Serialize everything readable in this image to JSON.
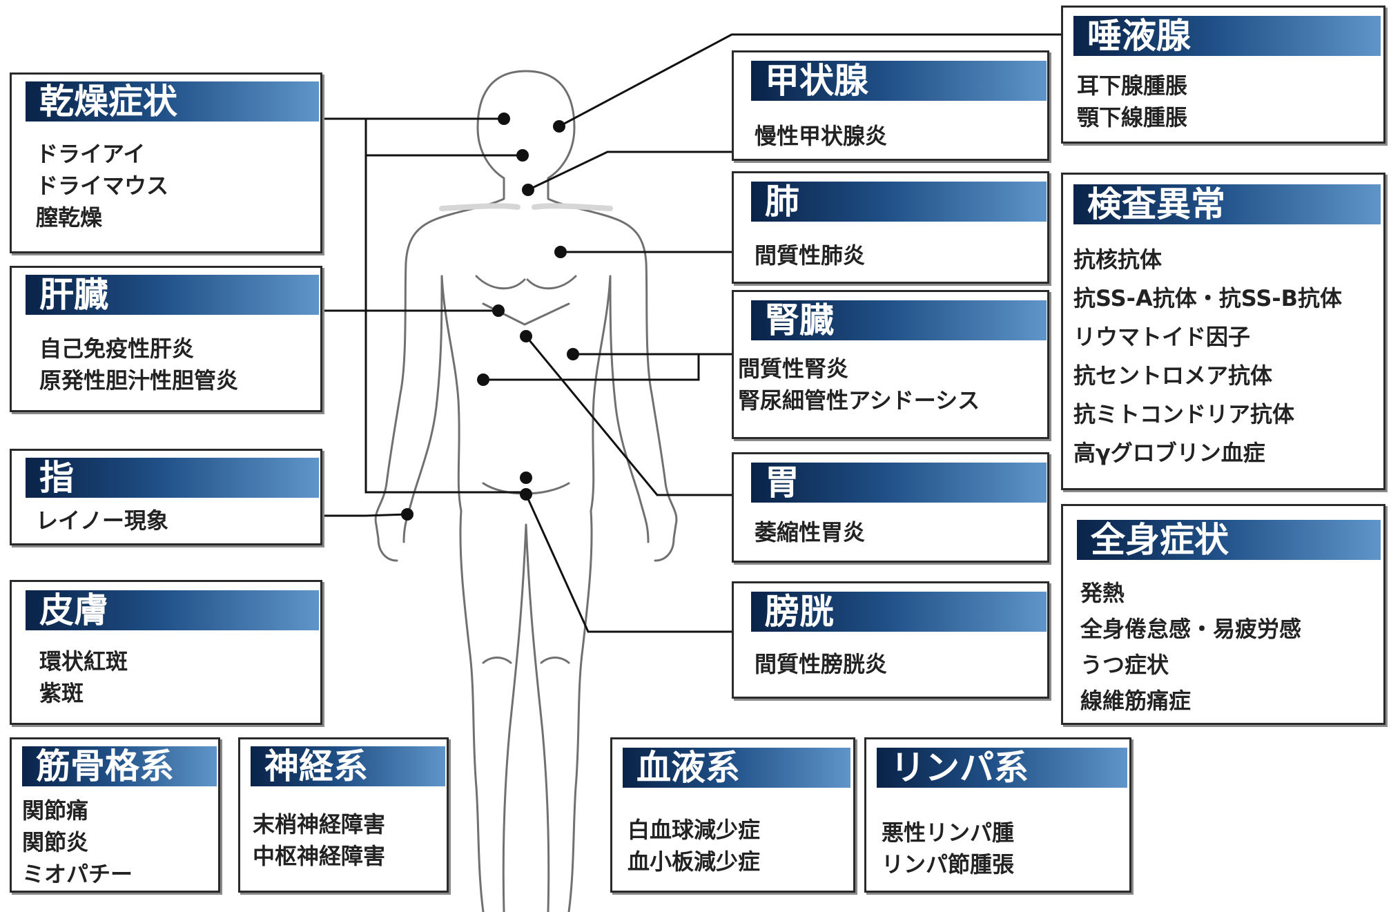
{
  "boxes": {
    "kanso": {
      "title": "乾燥症状",
      "items": [
        "ドライアイ",
        "ドライマウス",
        "膣乾燥"
      ]
    },
    "kanzo": {
      "title": "肝臓",
      "items": [
        "自己免疫性肝炎",
        "原発性胆汁性胆管炎"
      ]
    },
    "yubi": {
      "title": "指",
      "items": [
        "レイノー現象"
      ]
    },
    "hifu": {
      "title": "皮膚",
      "items": [
        "環状紅斑",
        "紫斑"
      ]
    },
    "kinkotsu": {
      "title": "筋骨格系",
      "items": [
        "関節痛",
        "関節炎",
        "ミオパチー"
      ]
    },
    "shinkei": {
      "title": "神経系",
      "items": [
        "末梢神経障害",
        "中枢神経障害"
      ]
    },
    "ketsueki": {
      "title": "血液系",
      "items": [
        "白血球減少症",
        "血小板減少症"
      ]
    },
    "rinpa": {
      "title": "リンパ系",
      "items": [
        "悪性リンパ腫",
        "リンパ節腫張"
      ]
    },
    "daeki": {
      "title": "唾液腺",
      "items": [
        "耳下腺腫脹",
        "顎下線腫脹"
      ]
    },
    "kojo": {
      "title": "甲状腺",
      "items": [
        "慢性甲状腺炎"
      ]
    },
    "hai": {
      "title": "肺",
      "items": [
        "間質性肺炎"
      ]
    },
    "jinzo": {
      "title": "腎臓",
      "items": [
        "間質性腎炎",
        "腎尿細管性アシドーシス"
      ]
    },
    "i": {
      "title": "胃",
      "items": [
        "萎縮性胃炎"
      ]
    },
    "bokou": {
      "title": "膀胱",
      "items": [
        "間質性膀胱炎"
      ]
    },
    "kensa": {
      "title": "検査異常",
      "items": [
        "抗核抗体",
        "抗SS-A抗体・抗SS-B抗体",
        "リウマトイド因子",
        "抗セントロメア抗体",
        "抗ミトコンドリア抗体",
        "高γグロブリン血症"
      ]
    },
    "zenshin": {
      "title": "全身症状",
      "items": [
        "発熱",
        "全身倦怠感・易疲労感",
        "うつ症状",
        "線維筋痛症"
      ]
    }
  },
  "colors": {
    "header_dark": "#0a2348",
    "header_light": "#5f95c9",
    "line": "#111111",
    "body_outline": "#6f6f6f"
  }
}
